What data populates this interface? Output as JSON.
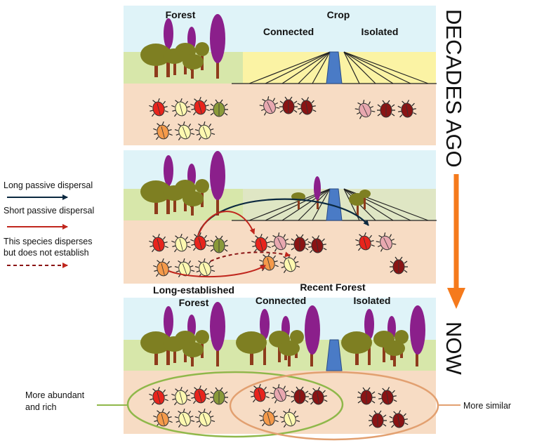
{
  "panels": {
    "past": {
      "forest_label": "Forest",
      "crop_label": "Crop",
      "connected_label": "Connected",
      "isolated_label": "Isolated"
    },
    "now": {
      "long_established_line1": "Long-established",
      "long_established_line2": "Forest",
      "recent_forest_label": "Recent Forest",
      "connected_label": "Connected",
      "isolated_label": "Isolated"
    }
  },
  "legend": {
    "long_passive": "Long passive dispersal",
    "short_passive": "Short passive dispersal",
    "no_establish_line1": "This species disperses",
    "no_establish_line2": "but does not establish"
  },
  "annotations": {
    "abundant_line1": "More abundant",
    "abundant_line2": "and rich",
    "similar": "More similar"
  },
  "timeline": {
    "past": "DECADES AGO",
    "now": "NOW"
  },
  "colors": {
    "sky": "#dff3f8",
    "forest_ground": "#d7e7aa",
    "crop_field": "#fbf3a4",
    "soil": "#f7dcc4",
    "canopy": "#7e7f22",
    "trunk": "#8e3b1c",
    "poplar": "#8b1f8b",
    "road": "#4a7bc6",
    "timeline_arrow": "#f57a1c",
    "ellipse_green": "#8fb84a",
    "ellipse_orange": "#e2a070",
    "long_dispersal": "#0b2940",
    "short_dispersal": "#c0261d",
    "red_beetle": "#e8241c",
    "pale_beetle": "#fdf8b0",
    "green_beetle": "#8a9a3a",
    "orange_beetle": "#f59a4a",
    "pink_beetle": "#e8a8b0",
    "dark_beetle": "#8a1414"
  }
}
